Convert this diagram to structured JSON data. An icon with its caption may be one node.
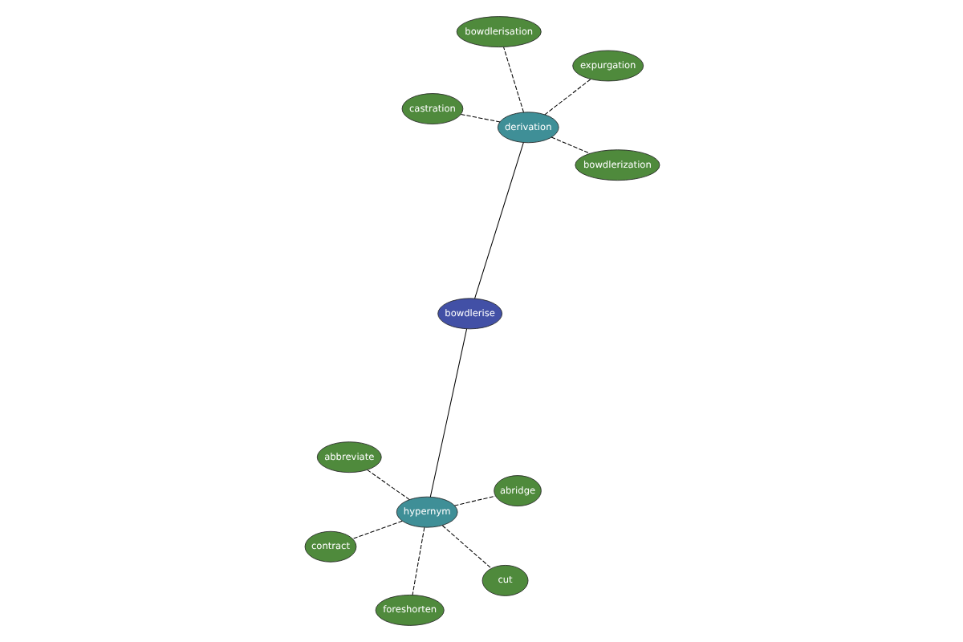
{
  "diagram": {
    "nodes": [
      {
        "text": [
          "castration"
        ]
      },
      {
        "text": [
          "expurgation"
        ]
      },
      {
        "text": [
          "bowdlerization"
        ]
      },
      {
        "text": [
          "bowdlerisation"
        ]
      },
      {
        "text": [
          "derivation"
        ]
      },
      {
        "text": [
          "bowdlerise"
        ]
      },
      {
        "text": [
          "hypernym"
        ]
      },
      {
        "text": [
          "cut"
        ]
      },
      {
        "text": [
          "abbreviate"
        ]
      },
      {
        "text": [
          "foreshorten"
        ]
      },
      {
        "text": [
          "abridge"
        ]
      },
      {
        "text": [
          "contract"
        ]
      }
    ],
    "edges": [
      {
        "from": 4,
        "to": 0,
        "arrow": "none",
        "style": "dashed"
      },
      {
        "from": 4,
        "to": 1,
        "arrow": "none",
        "style": "dashed"
      },
      {
        "from": 4,
        "to": 2,
        "arrow": "none",
        "style": "dashed"
      },
      {
        "from": 4,
        "to": 3,
        "arrow": "none",
        "style": "dashed"
      },
      {
        "from": 5,
        "to": 4,
        "arrow": "none"
      },
      {
        "from": 5,
        "to": 6,
        "arrow": "none"
      },
      {
        "from": 6,
        "to": 7,
        "arrow": "none",
        "style": "dashed"
      },
      {
        "from": 6,
        "to": 8,
        "arrow": "none",
        "style": "dashed"
      },
      {
        "from": 6,
        "to": 9,
        "arrow": "none",
        "style": "dashed"
      },
      {
        "from": 6,
        "to": 10,
        "arrow": "none",
        "style": "dashed"
      },
      {
        "from": 6,
        "to": 11,
        "arrow": "none",
        "style": "dashed"
      }
    ]
  }
}
